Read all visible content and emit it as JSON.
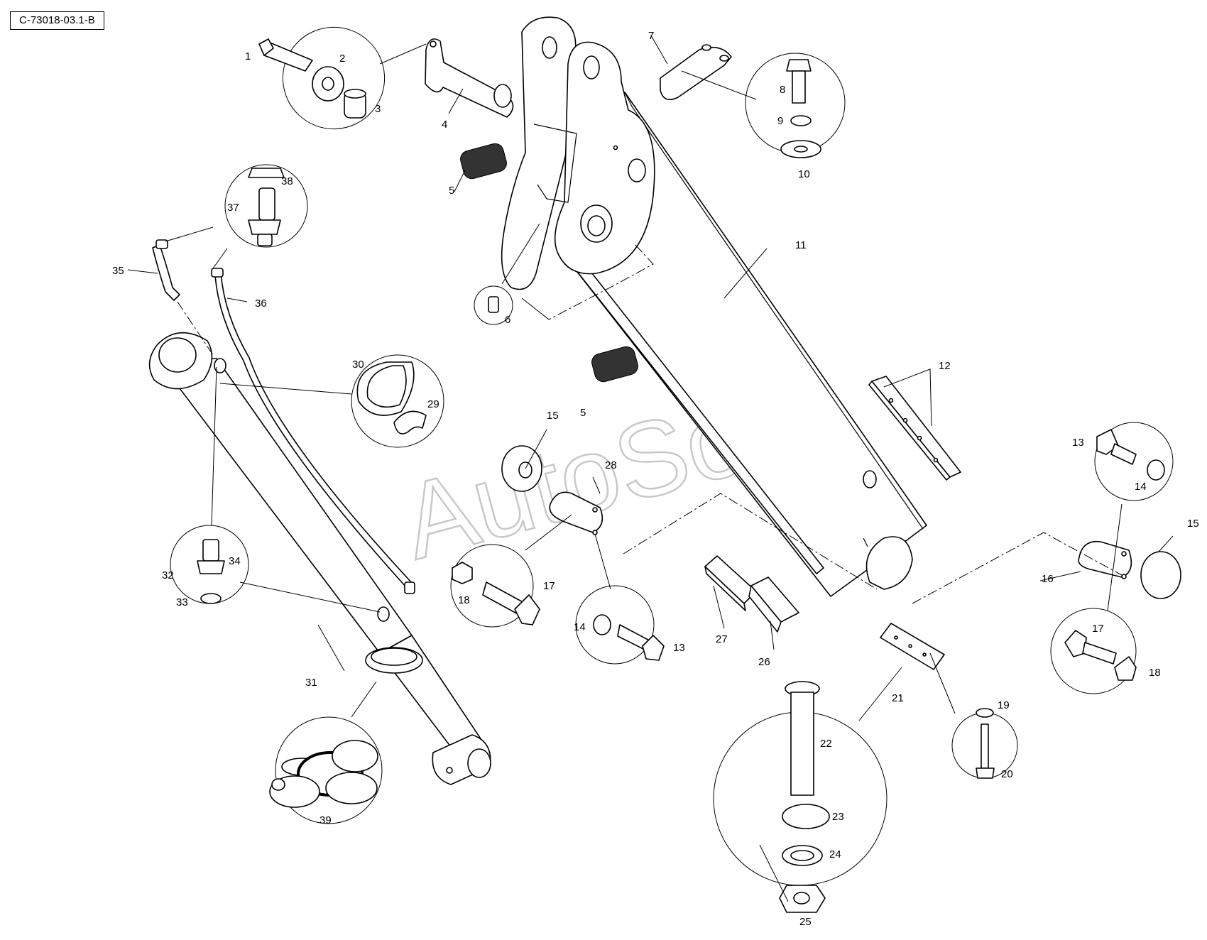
{
  "reference_code": "C-73018-03.1-B",
  "watermark": "AutoSoft",
  "callouts": [
    {
      "id": "c1",
      "text": "1"
    },
    {
      "id": "c2",
      "text": "2"
    },
    {
      "id": "c3",
      "text": "3"
    },
    {
      "id": "c4",
      "text": "4"
    },
    {
      "id": "c5a",
      "text": "5"
    },
    {
      "id": "c5b",
      "text": "5"
    },
    {
      "id": "c6",
      "text": "6"
    },
    {
      "id": "c7",
      "text": "7"
    },
    {
      "id": "c8",
      "text": "8"
    },
    {
      "id": "c9",
      "text": "9"
    },
    {
      "id": "c10",
      "text": "10"
    },
    {
      "id": "c11",
      "text": "11"
    },
    {
      "id": "c12",
      "text": "12"
    },
    {
      "id": "c13a",
      "text": "13"
    },
    {
      "id": "c13b",
      "text": "13"
    },
    {
      "id": "c14a",
      "text": "14"
    },
    {
      "id": "c14b",
      "text": "14"
    },
    {
      "id": "c15a",
      "text": "15"
    },
    {
      "id": "c15b",
      "text": "15"
    },
    {
      "id": "c16",
      "text": "16"
    },
    {
      "id": "c17a",
      "text": "17"
    },
    {
      "id": "c17b",
      "text": "17"
    },
    {
      "id": "c18a",
      "text": "18"
    },
    {
      "id": "c18b",
      "text": "18"
    },
    {
      "id": "c19",
      "text": "19"
    },
    {
      "id": "c20",
      "text": "20"
    },
    {
      "id": "c21",
      "text": "21"
    },
    {
      "id": "c22",
      "text": "22"
    },
    {
      "id": "c23",
      "text": "23"
    },
    {
      "id": "c24",
      "text": "24"
    },
    {
      "id": "c25",
      "text": "25"
    },
    {
      "id": "c26",
      "text": "26"
    },
    {
      "id": "c27",
      "text": "27"
    },
    {
      "id": "c28",
      "text": "28"
    },
    {
      "id": "c29",
      "text": "29"
    },
    {
      "id": "c30",
      "text": "30"
    },
    {
      "id": "c31",
      "text": "31"
    },
    {
      "id": "c32",
      "text": "32"
    },
    {
      "id": "c33",
      "text": "33"
    },
    {
      "id": "c34",
      "text": "34"
    },
    {
      "id": "c35",
      "text": "35"
    },
    {
      "id": "c36",
      "text": "36"
    },
    {
      "id": "c37",
      "text": "37"
    },
    {
      "id": "c38",
      "text": "38"
    },
    {
      "id": "c39",
      "text": "39"
    }
  ]
}
